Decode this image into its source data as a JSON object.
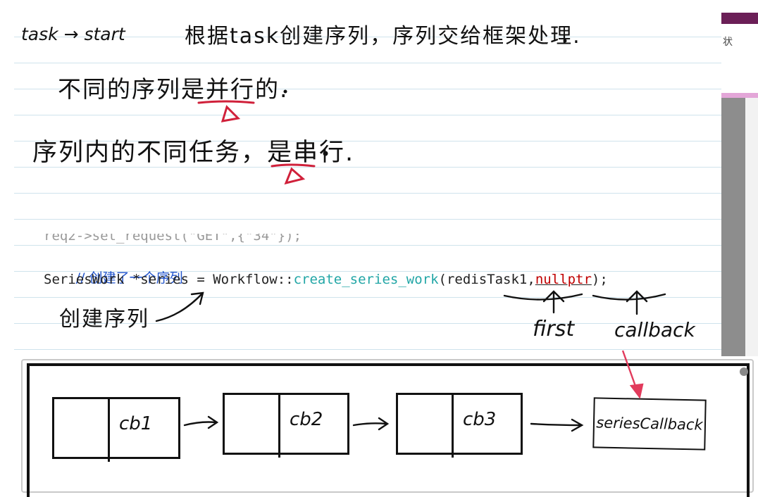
{
  "sidebar": {
    "tab_label": "状"
  },
  "notes": {
    "header_left": "task → start",
    "header_right": "根据task创建序列，序列交给框架处理.",
    "line1": "不同的序列是并行的.",
    "line2": "序列内的不同任务，是串行."
  },
  "code": {
    "partial_line": "req2->set_request(\"GET\",{\"34\"});",
    "comment": "// 创建了一个序列",
    "stmt_prefix": "SeriesWork *series = Workflow::",
    "stmt_fn": "create_series_work",
    "stmt_open": "(",
    "stmt_arg1": "redisTask1",
    "stmt_comma": ",",
    "stmt_arg2": "nullptr",
    "stmt_close": ");"
  },
  "annotations": {
    "create_series": "创建序列",
    "first": "first",
    "callback": "callback"
  },
  "diagram": {
    "nodes": [
      "cb1",
      "cb2",
      "cb3"
    ],
    "final": "seriesCallback"
  },
  "colors": {
    "ink": "#111111",
    "red_ink": "#d0203a",
    "accent": "#6b1f57",
    "code_fn": "#22a6a6",
    "code_kw": "#c00000",
    "code_comment": "#2255cc"
  }
}
